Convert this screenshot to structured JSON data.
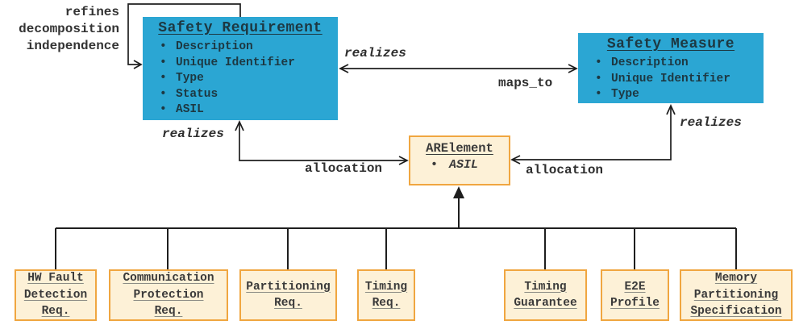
{
  "loop_labels": [
    "refines",
    "decomposition",
    "independence"
  ],
  "classes": {
    "safety_requirement": {
      "title": "Safety Requirement",
      "attributes": [
        "Description",
        "Unique Identifier",
        "Type",
        "Status",
        "ASIL"
      ]
    },
    "safety_measure": {
      "title": "Safety Measure",
      "attributes": [
        "Description",
        "Unique Identifier",
        "Type"
      ]
    },
    "ar_element": {
      "title": "ARElement",
      "attributes": [
        "ASIL"
      ]
    }
  },
  "edges": {
    "realizes_top": "realizes",
    "maps_to": "maps_to",
    "realizes_left": "realizes",
    "allocation_left": "allocation",
    "allocation_right": "allocation",
    "realizes_right": "realizes"
  },
  "subtypes": [
    {
      "lines": [
        "HW Fault",
        "Detection",
        "Req."
      ]
    },
    {
      "lines": [
        "Communication",
        "Protection",
        "Req."
      ]
    },
    {
      "lines": [
        "Partitioning",
        "Req."
      ]
    },
    {
      "lines": [
        "Timing",
        "Req."
      ]
    },
    {
      "lines": [
        "Timing",
        "Guarantee"
      ]
    },
    {
      "lines": [
        "E2E",
        "Profile"
      ]
    },
    {
      "lines": [
        "Memory",
        "Partitioning",
        "Specification"
      ]
    }
  ],
  "colors": {
    "class_fill": "#2ba6d3",
    "class_text": "#1d3842",
    "element_fill": "#fdf1d7",
    "element_border": "#f0a640",
    "line": "#1e1e1e"
  }
}
